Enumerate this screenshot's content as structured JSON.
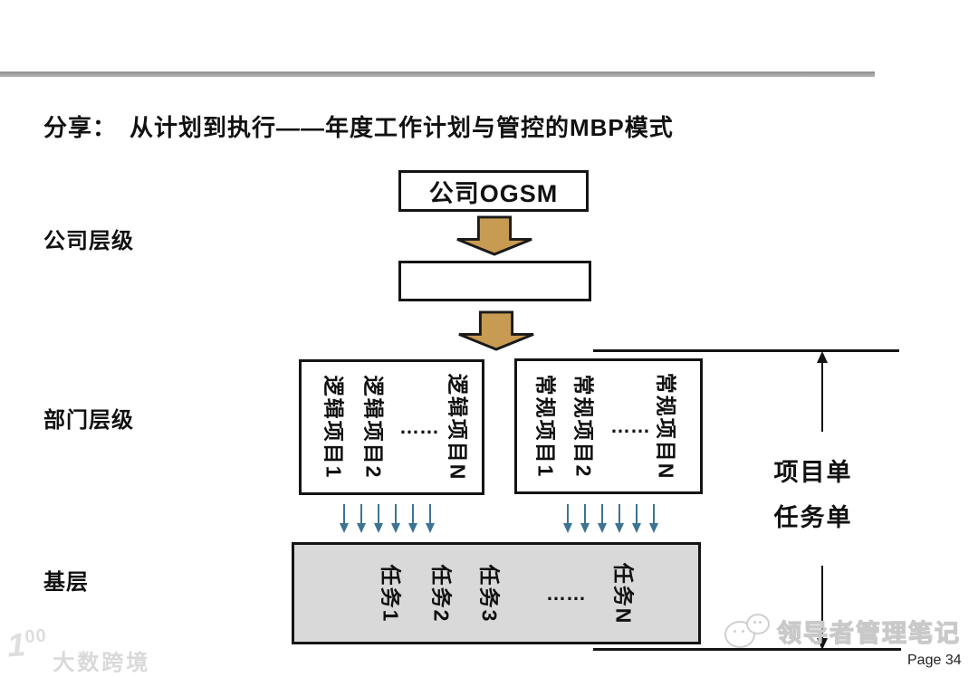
{
  "slide": {
    "title": "分享：　从计划到执行——年度工作计划与管控的MBP模式",
    "page_label": "Page 34"
  },
  "levels": {
    "company": "公司层级",
    "department": "部门层级",
    "base": "基层"
  },
  "flow": {
    "company_box": "公司OGSM",
    "middle_box": ""
  },
  "logic_box": {
    "col1": "逻辑项目1",
    "col2": "逻辑项目2",
    "dots": "……",
    "colN": "逻辑项目N"
  },
  "routine_box": {
    "col1": "常规项目1",
    "col2": "常规项目2",
    "dots": "……",
    "colN": "常规项目N"
  },
  "task_box": {
    "col1": "任务1",
    "col2": "任务2",
    "col3": "任务3",
    "dots": "……",
    "colN": "任务N"
  },
  "annotation": {
    "line1": "项目单",
    "line2": "任务单"
  },
  "watermarks": {
    "left_logo": "1",
    "left_logo_sup": "00",
    "left_text": "大数跨境",
    "right_text": "领导者管理笔记"
  },
  "colors": {
    "block_arrow_fill": "#C89B52",
    "block_arrow_stroke": "#1A1A1A",
    "blue_arrow": "#3D7394",
    "task_box_fill": "#D9D9D9",
    "box_border": "#141414",
    "divider_gray": "#9A9A9A"
  }
}
